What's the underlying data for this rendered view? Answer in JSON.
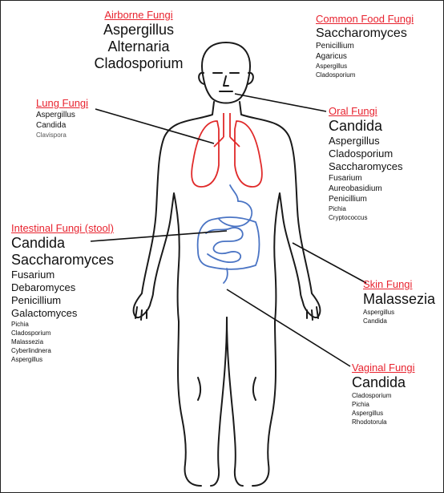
{
  "colors": {
    "title": "#e8232f",
    "body_outline": "#1a1a1a",
    "lungs": "#e02a2a",
    "intestine": "#4a74c4",
    "leader_line": "#111111"
  },
  "groups": {
    "airborne": {
      "title": "Airborne Fungi",
      "items": [
        "Aspergillus",
        "Alternaria",
        "Cladosporium"
      ]
    },
    "common_food": {
      "title": "Common Food Fungi",
      "items": [
        "Saccharomyces",
        "Penicillium",
        "Agaricus",
        "Aspergillus",
        "Cladosporium"
      ]
    },
    "lung": {
      "title": "Lung Fungi",
      "items": [
        "Aspergillus",
        "Candida",
        "Clavispora"
      ]
    },
    "oral": {
      "title": "Oral Fungi",
      "items": [
        "Candida",
        "Aspergillus",
        "Cladosporium",
        "Saccharomyces",
        "Fusarium",
        "Aureobasidium",
        "Penicillium",
        "Pichia",
        "Cryptococcus"
      ]
    },
    "intestinal": {
      "title": "Intestinal Fungi (stool)",
      "items": [
        "Candida",
        "Saccharomyces",
        "Fusarium",
        "Debaromyces",
        "Penicillium",
        "Galactomyces",
        "Pichia",
        "Cladosporium",
        "Malassezia",
        "Cyberlindnera",
        "Aspergillus"
      ]
    },
    "skin": {
      "title": "Skin Fungi",
      "items": [
        "Malassezia",
        "Aspergillus",
        "Candida"
      ]
    },
    "vaginal": {
      "title": "Vaginal Fungi",
      "items": [
        "Candida",
        "Cladosporium",
        "Pichia",
        "Aspergillus",
        "Rhodotorula"
      ]
    }
  }
}
